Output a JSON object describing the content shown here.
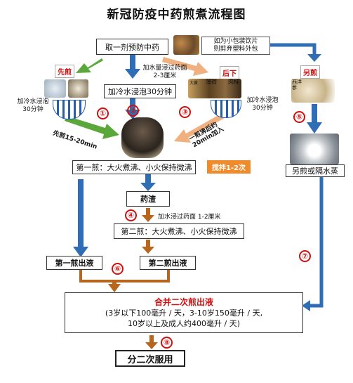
{
  "title": "新冠防疫中药煎煮流程图",
  "top_box": "取一剂预防中药",
  "top_note": "如为小包装饮片\n则剪弃塑料外包",
  "labels": {
    "xianjian": "先煎",
    "houxia": "后下",
    "lingjian": "另煎"
  },
  "add_water_1": "加水量浸过药面\n2-3厘米",
  "soak_center": "加冷水浸泡30分钟",
  "soak_left": "加冷水浸泡\n30分钟",
  "soak_right": "加冷水浸泡\n30分钟",
  "herb_names": {
    "bohe": "薄荷",
    "rougui": "肉桂",
    "dahuang": "大黄",
    "xiyangshen": "西洋参"
  },
  "xianjian_time": "先煎15-20min",
  "houxia_time": "一煎沸后约\n20min加入",
  "first_decoction": "第一煎：大火煮沸、小火保持微沸",
  "stir": "搅拌1-2次",
  "residue": "药渣",
  "add_water_2": "加水浸过药面 1-2厘米",
  "second_decoction": "第二煎：大火煮沸、小火保持微沸",
  "first_liquid": "第一煎出液",
  "second_liquid": "第二煎出液",
  "separate_steam": "另煎或隔水蒸",
  "combine_title": "合并二次煎出液",
  "combine_line1": "(3岁以下100毫升 / 天，3-10岁150毫升 / 天,",
  "combine_line2": "10岁以上及成人约400毫升 / 天)",
  "final": "分二次服用",
  "step_numbers": [
    "①",
    "②",
    "③",
    "④",
    "⑤",
    "⑥",
    "⑦",
    "⑧"
  ],
  "colors": {
    "blue_arrow": "#2f6db5",
    "green_arrow": "#5aa83a",
    "peach_arrow": "#f0b080",
    "brown_arrow": "#b8651e",
    "red": "#d01010",
    "stir_bg": "#f08a2a"
  }
}
